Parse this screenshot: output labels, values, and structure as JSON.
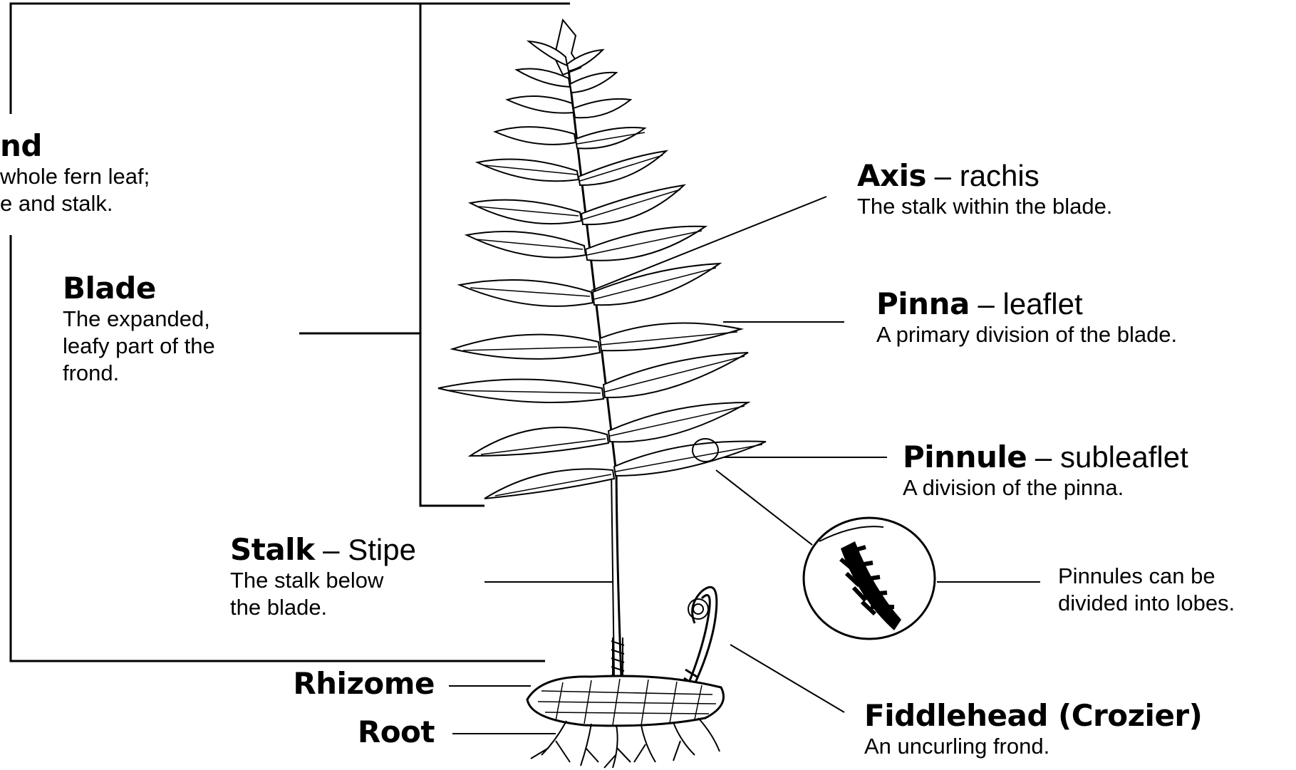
{
  "labels": {
    "frond": {
      "title": "nd",
      "desc": "whole fern leaf;\ne and stalk."
    },
    "blade": {
      "title": "Blade",
      "desc": "The expanded,\nleafy part of the\nfrond."
    },
    "stalk": {
      "title": "Stalk",
      "dash": " – ",
      "subtitle": "Stipe",
      "desc": "The stalk below\nthe blade."
    },
    "rhizome": {
      "title": "Rhizome"
    },
    "root": {
      "title": "Root"
    },
    "axis": {
      "title": "Axis",
      "dash": " – ",
      "subtitle": "rachis",
      "desc": "The stalk within the blade."
    },
    "pinna": {
      "title": "Pinna",
      "dash": " – ",
      "subtitle": "leaflet",
      "desc": "A primary division of the blade."
    },
    "pinnule": {
      "title": "Pinnule",
      "dash": " – ",
      "subtitle": "subleaflet",
      "desc": "A division of the pinna."
    },
    "lobes": {
      "desc": "Pinnules can be\ndivided into lobes."
    },
    "fiddlehead": {
      "title": "Fiddlehead (Crozier)",
      "desc": "An uncurling frond."
    }
  }
}
